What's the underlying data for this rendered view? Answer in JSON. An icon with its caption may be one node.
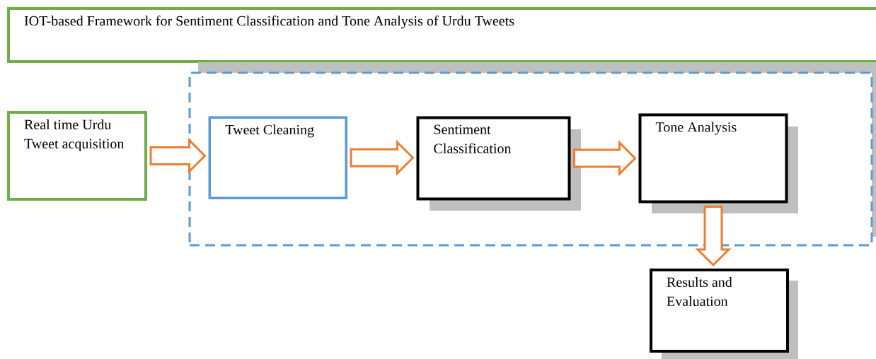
{
  "diagram": {
    "nodes": [
      {
        "text": [
          "IOT-based Framework for Sentiment Classification and Tone Analysis of Urdu Tweets"
        ]
      },
      {
        "text": [
          "Real time Urdu Tweet acquisition"
        ]
      },
      {
        "text": [],
        "shape": "box"
      },
      {
        "text": [
          "Tweet Cleaning"
        ],
        "in": 2
      },
      {
        "text": [
          "Sentiment Classification"
        ],
        "in": 2
      },
      {
        "text": [
          "Tone Analysis"
        ],
        "in": 2
      },
      {
        "text": [
          "Results and Evaluation"
        ]
      }
    ],
    "edges": [
      {
        "from": 1,
        "to": 3,
        "arrow": "to"
      },
      {
        "from": 3,
        "to": 4,
        "arrow": "to"
      },
      {
        "from": 4,
        "to": 5,
        "arrow": "to"
      },
      {
        "from": 5,
        "to": 6,
        "arrow": "to"
      }
    ]
  }
}
